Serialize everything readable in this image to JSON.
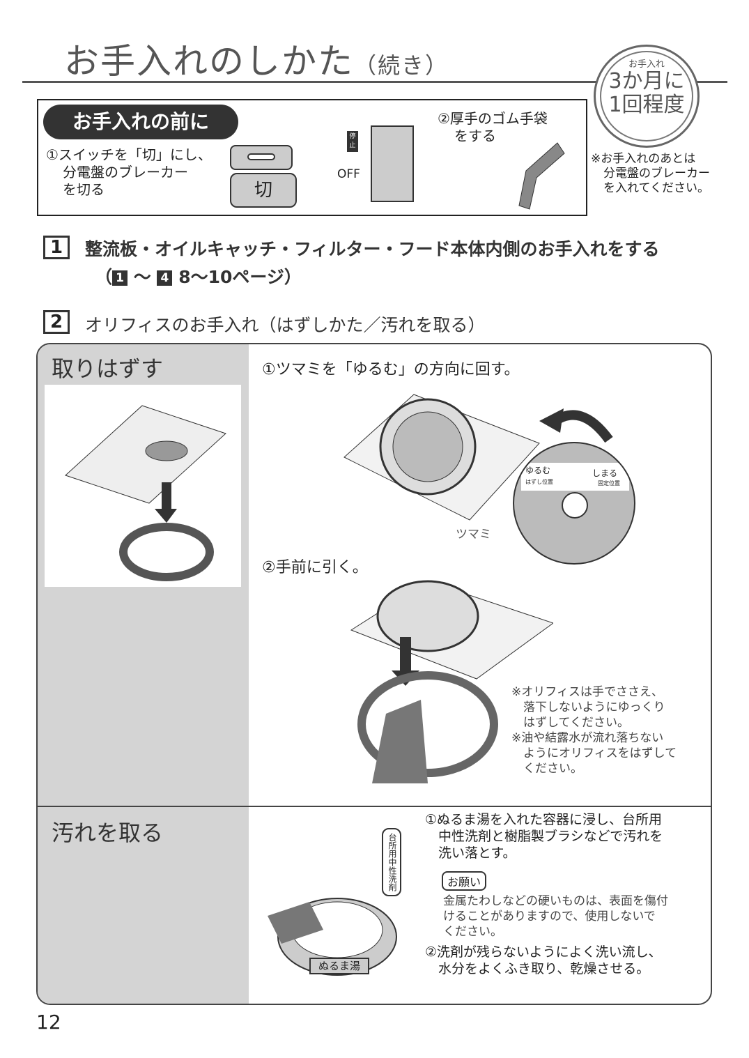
{
  "title": "お手入れのしかた",
  "title_suffix": "（続き）",
  "badge": {
    "small": "お手入れ",
    "line1": "3か月に",
    "line2": "1回程度"
  },
  "before": {
    "heading": "お手入れの前に",
    "step1": [
      "①スイッチを「切」にし、",
      "分電盤のブレーカー",
      "を切る"
    ],
    "switch_label": "切",
    "stop_label": "停止",
    "off_label": "OFF",
    "step2": [
      "②厚手のゴム手袋",
      "をする"
    ],
    "after_note": [
      "※お手入れのあとは",
      "分電盤のブレーカー",
      "を入れてください。"
    ]
  },
  "section1": {
    "num": "1",
    "text": "整流板・オイルキャッチ・フィルター・フード本体内側のお手入れをする",
    "ref_open": "（",
    "ref_a": "1",
    "ref_tilde": "～",
    "ref_b": "4",
    "ref_pages": "8～10ページ）"
  },
  "section2": {
    "num": "2",
    "text": "オリフィスのお手入れ（はずしかた／汚れを取る）"
  },
  "remove": {
    "heading": "取りはずす",
    "step1": "①ツマミを「ゆるむ」の方向に回す。",
    "dial": {
      "loosen": "ゆるむ",
      "tighten": "しまる",
      "remove_pos": "はずし位置",
      "fix_pos": "固定位置",
      "knob": "ツマミ"
    },
    "step2": "②手前に引く。",
    "notes": [
      "※オリフィスは手でささえ、",
      "　落下しないようにゆっくり",
      "　はずしてください。",
      "※油や結露水が流れ落ちない",
      "　ようにオリフィスをはずして",
      "　ください。"
    ]
  },
  "clean": {
    "heading": "汚れを取る",
    "detergent": "台所用中性洗剤",
    "basin": "ぬるま湯",
    "step1": [
      "①ぬるま湯を入れた容器に浸し、台所用",
      "　中性洗剤と樹脂製ブラシなどで汚れを",
      "　洗い落とす。"
    ],
    "request": "お願い",
    "request_text": [
      "金属たわしなどの硬いものは、表面を傷付",
      "けることがありますので、使用しないで",
      "ください。"
    ],
    "step2": [
      "②洗剤が残らないようによく洗い流し、",
      "　水分をよくふき取り、乾燥させる。"
    ]
  },
  "page_number": "12"
}
